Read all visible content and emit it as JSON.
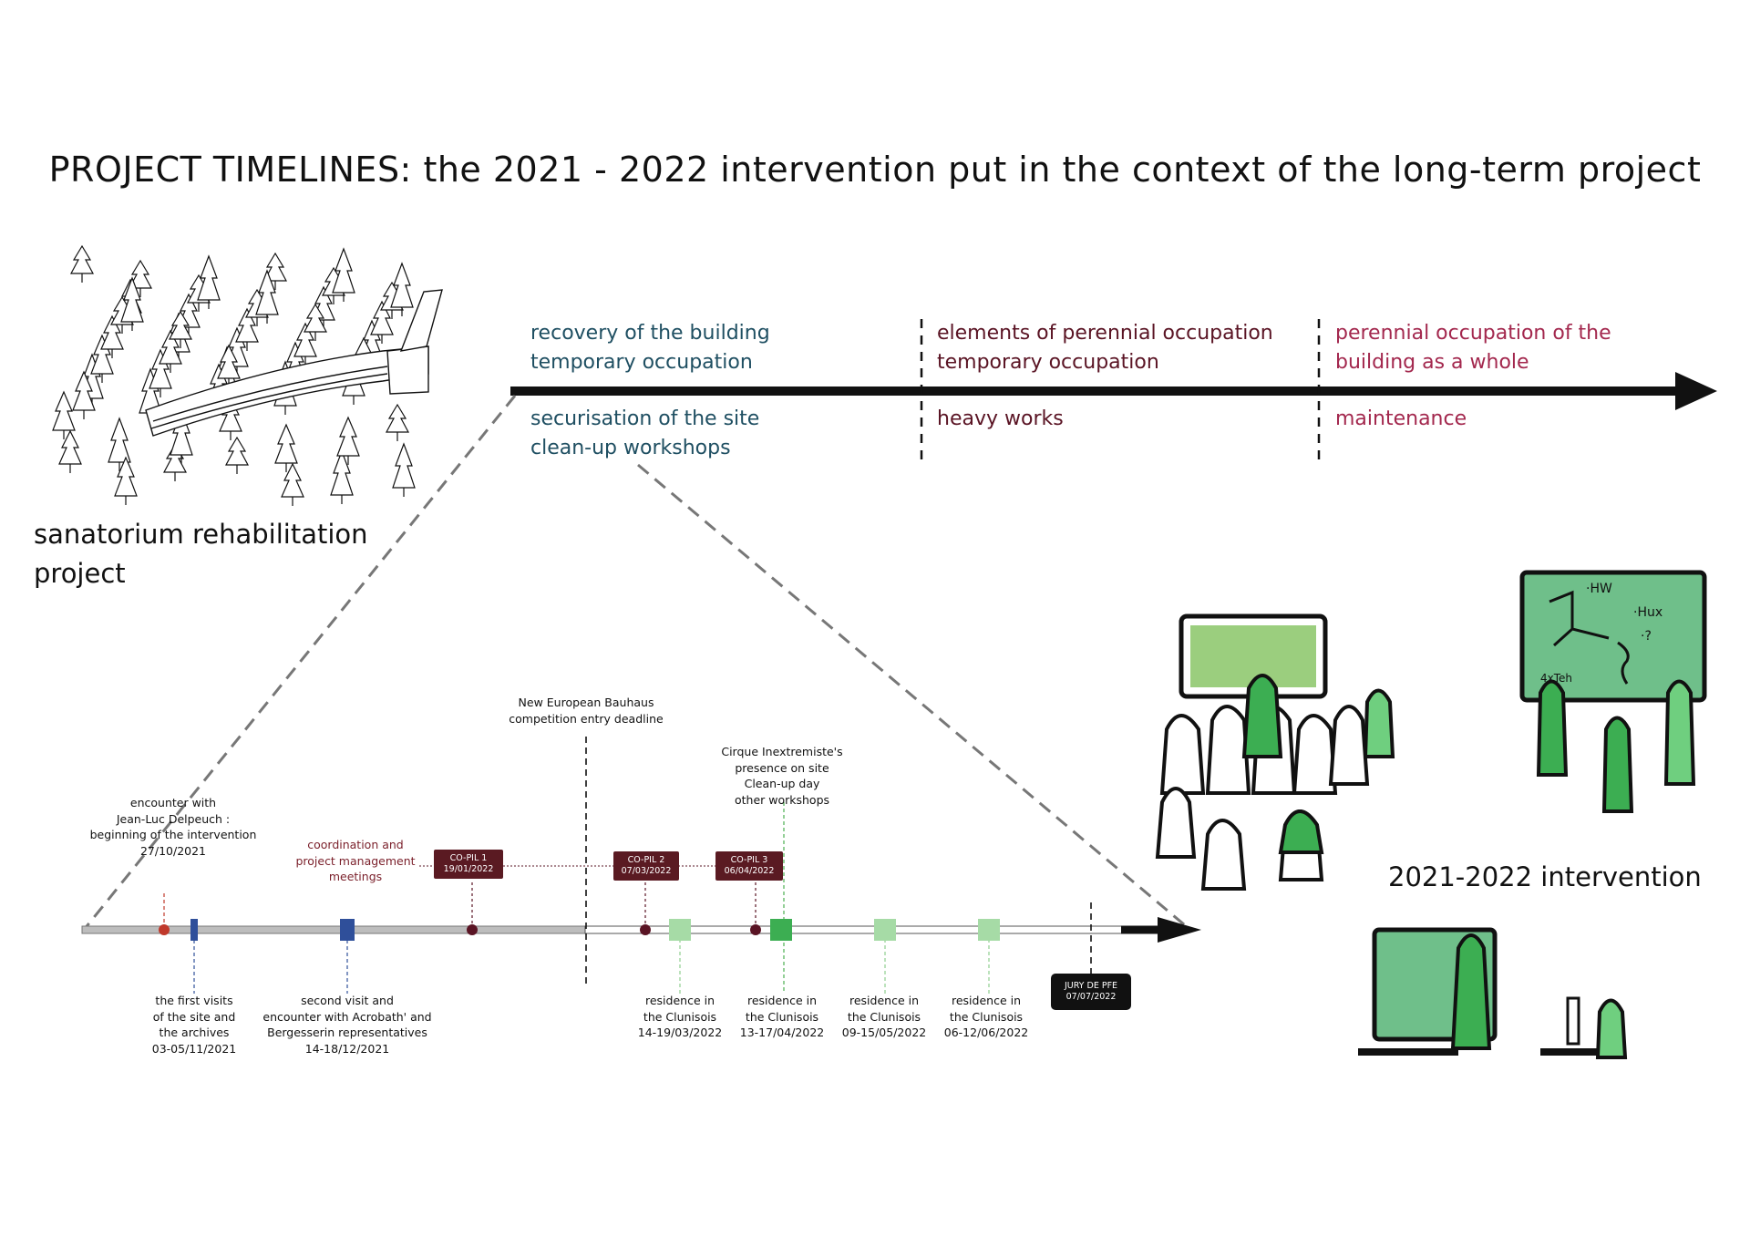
{
  "title": "PROJECT TIMELINES: the 2021 - 2022 intervention put in the context of the long-term project",
  "long_term": {
    "phases": [
      {
        "above": "recovery of the building\ntemporary occupation",
        "below": "securisation of the site\nclean-up workshops",
        "color": "#1f4f62"
      },
      {
        "above": "elements of perennial occupation\ntemporary occupation",
        "below": "heavy works",
        "color": "#5a1424"
      },
      {
        "above": "perennial occupation of the\nbuilding as a whole",
        "below": "maintenance",
        "color": "#a3284e"
      }
    ]
  },
  "captions": {
    "sanatorium": "sanatorium rehabilitation\nproject",
    "intervention": "2021-2022 intervention"
  },
  "short_term": {
    "above_labels": [
      "encounter with\nJean-Luc Delpeuch :\nbeginning of the intervention\n27/10/2021",
      "coordination and\nproject management\nmeetings",
      "New European Bauhaus\ncompetition entry deadline",
      "Cirque Inextremiste's\npresence on site\nClean-up day\nother workshops"
    ],
    "copil": [
      "CO-PIL 1\n19/01/2022",
      "CO-PIL 2\n07/03/2022",
      "CO-PIL 3\n06/04/2022"
    ],
    "below_labels": [
      "the first visits\nof the site and\nthe archives\n03-05/11/2021",
      "second visit and\nencounter with Acrobath' and\nBergesserin representatives\n14-18/12/2021",
      "residence in\nthe Clunisois\n14-19/03/2022",
      "residence in\nthe Clunisois\n13-17/04/2022",
      "residence in\nthe Clunisois\n09-15/05/2022",
      "residence in\nthe Clunisois\n06-12/06/2022"
    ],
    "jury": "JURY DE PFE\n07/07/2022"
  },
  "board_text": {
    "b1": "·HW",
    "b2": "·Hux",
    "b3": "·?",
    "b4": "4xTeh"
  },
  "colors": {
    "teal": "#1f4f62",
    "maroon": "#5a1424",
    "crimson": "#a3284e",
    "red_dot": "#c0392b",
    "blue_mark": "#2f4f9a",
    "green_light": "#8fce8f",
    "green_mid": "#4caf50",
    "board_green": "#6fbf8a"
  }
}
